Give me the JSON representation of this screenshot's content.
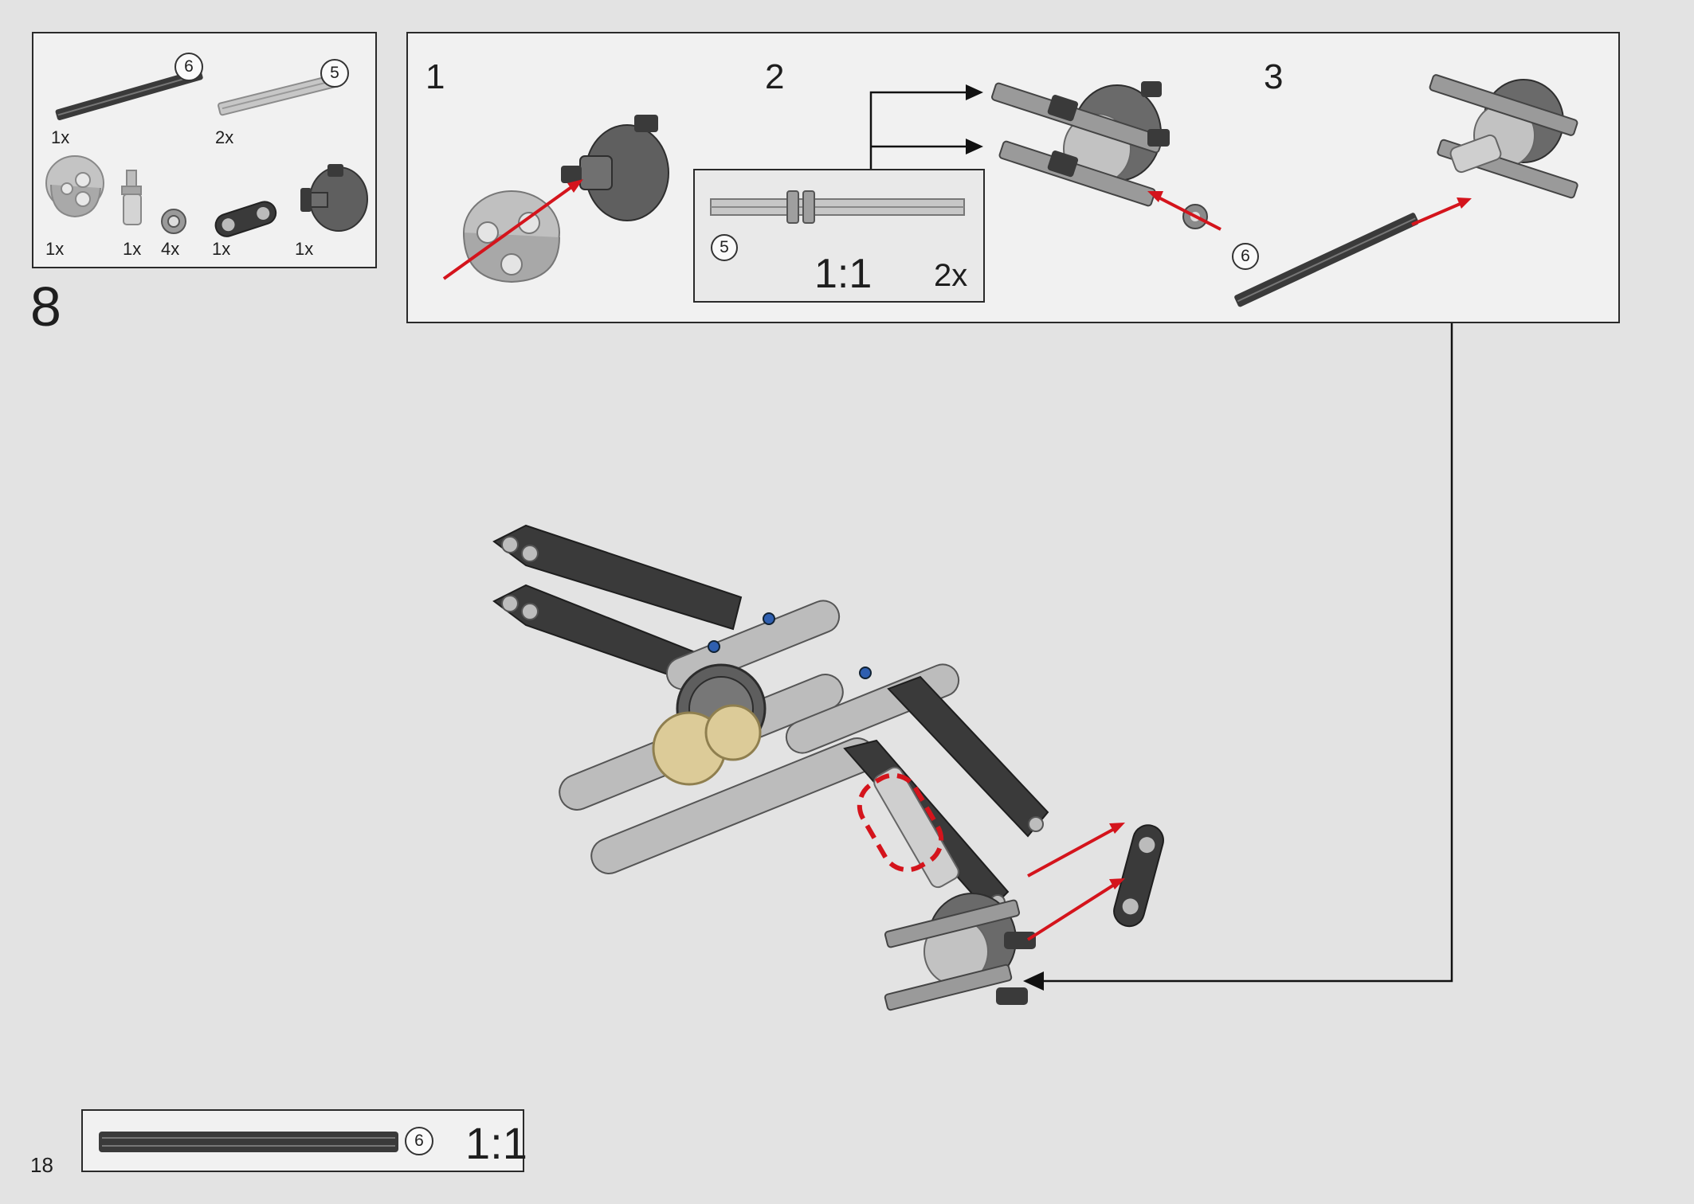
{
  "step_number": "8",
  "page_number": "18",
  "parts_list": [
    {
      "qty": "1x",
      "axle_length": "6"
    },
    {
      "qty": "2x",
      "axle_length": "5"
    },
    {
      "qty": "1x"
    },
    {
      "qty": "1x"
    },
    {
      "qty": "4x"
    },
    {
      "qty": "1x"
    },
    {
      "qty": "1x"
    }
  ],
  "substeps": [
    {
      "number": "1"
    },
    {
      "number": "2",
      "callout": {
        "axle_length": "5",
        "scale": "1:1",
        "multiplier": "2x"
      }
    },
    {
      "number": "3",
      "axle_length": "6"
    }
  ],
  "bottom_ruler": {
    "axle_length": "6",
    "scale": "1:1"
  },
  "colors": {
    "background": "#e3e3e3",
    "panel": "#f1f1f1",
    "border": "#2a2a2a",
    "part_dark": "#3a3a3a",
    "part_gray": "#8c8c8c",
    "part_light": "#bdbdbd",
    "part_tan": "#dccb98",
    "arrow_red": "#d4141c",
    "highlight_red": "#d4141c"
  }
}
